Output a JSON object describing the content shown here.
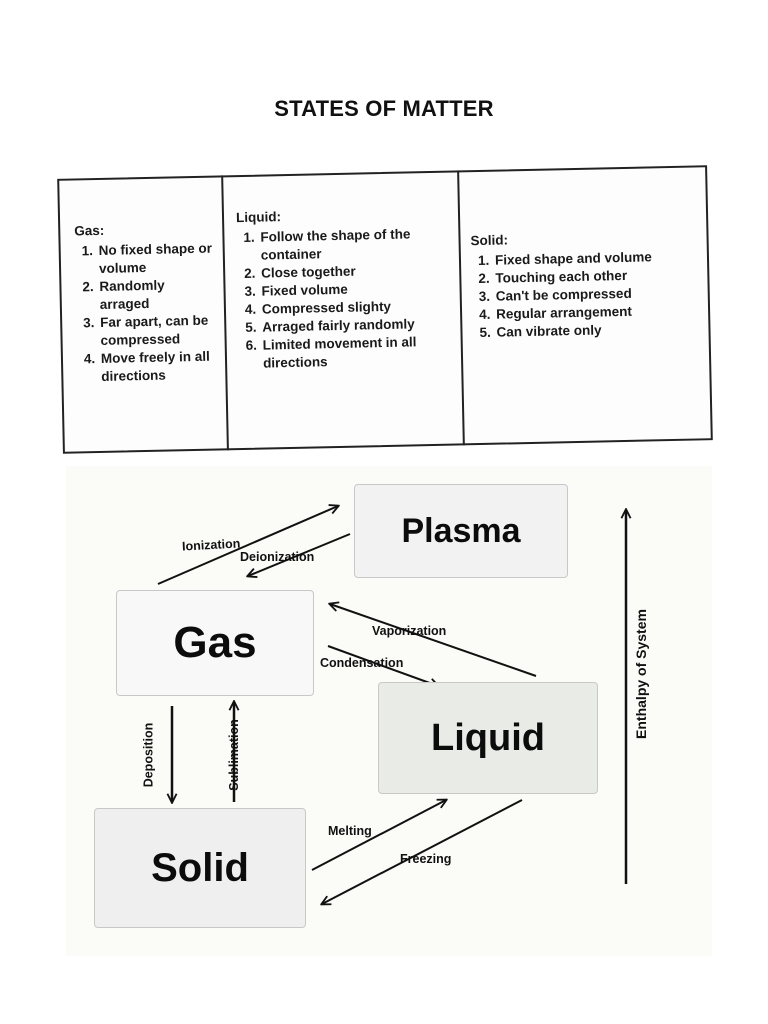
{
  "page": {
    "title": "STATES OF MATTER"
  },
  "table": {
    "gas": {
      "heading": "Gas:",
      "items": [
        "No fixed shape or volume",
        "Randomly arraged",
        "Far apart, can be compressed",
        "Move freely in all directions"
      ]
    },
    "liquid": {
      "heading": "Liquid:",
      "items": [
        "Follow the shape of the container",
        "Close together",
        "Fixed volume",
        "Compressed slighty",
        "Arraged fairly randomly",
        "Limited movement  in all directions"
      ]
    },
    "solid": {
      "heading": "Solid:",
      "items": [
        "Fixed shape and volume",
        "Touching each other",
        "Can't be compressed",
        "Regular arrangement",
        "Can vibrate only"
      ]
    }
  },
  "diagram": {
    "states": {
      "plasma": "Plasma",
      "gas": "Gas",
      "liquid": "Liquid",
      "solid": "Solid"
    },
    "transitions": {
      "ionization": "Ionization",
      "deionization": "Deionization",
      "vaporization": "Vaporization",
      "condensation": "Condensation",
      "deposition": "Deposition",
      "sublimation": "Sublimation",
      "melting": "Melting",
      "freezing": "Freezing"
    },
    "axis_label": "Enthalpy of System"
  }
}
